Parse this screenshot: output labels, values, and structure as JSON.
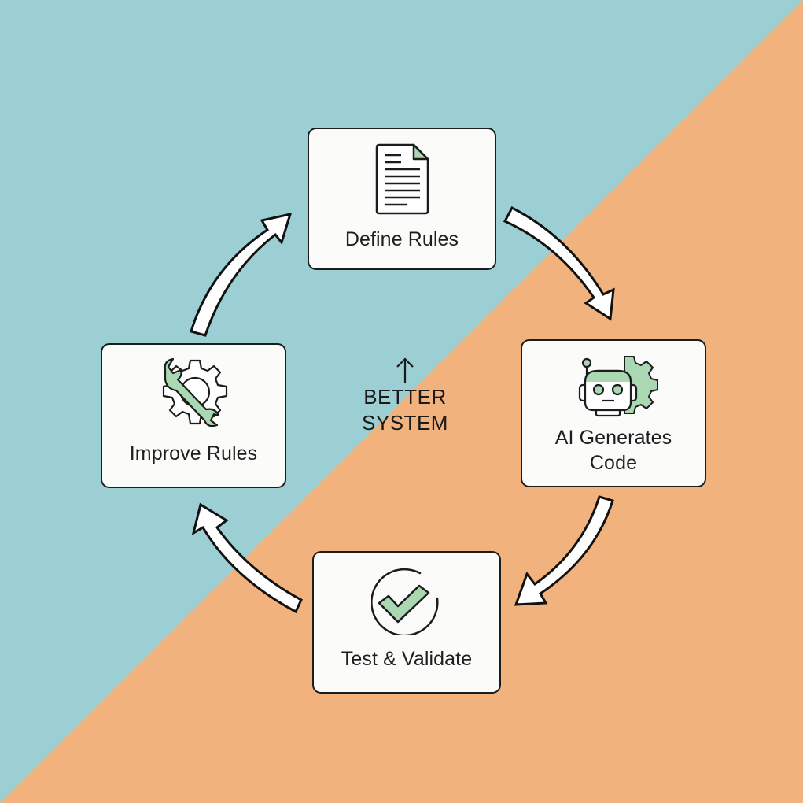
{
  "colors": {
    "background_teal": "#9ccfd4",
    "background_orange": "#f2b27d",
    "box_fill": "#fbfbfa",
    "outline": "#1c1c1c",
    "icon_accent_green": "#a9d8b2",
    "arrow_fill": "#ffffff"
  },
  "diagram": {
    "type": "cycle",
    "nodes": [
      {
        "id": "define",
        "label": "Define Rules",
        "icon": "document-icon"
      },
      {
        "id": "generate",
        "label_lines": [
          "AI Generates",
          "Code"
        ],
        "icon": "robot-gear-icon"
      },
      {
        "id": "test",
        "label": "Test & Validate",
        "icon": "check-circle-icon"
      },
      {
        "id": "improve",
        "label": "Improve Rules",
        "icon": "wrench-gear-icon"
      }
    ],
    "edges": [
      {
        "from": "define",
        "to": "generate",
        "direction": "clockwise"
      },
      {
        "from": "generate",
        "to": "test",
        "direction": "clockwise"
      },
      {
        "from": "test",
        "to": "improve",
        "direction": "clockwise"
      },
      {
        "from": "improve",
        "to": "define",
        "direction": "clockwise"
      }
    ],
    "center": {
      "arrow": "up-arrow-icon",
      "lines": [
        "BETTER",
        "SYSTEM"
      ]
    }
  }
}
